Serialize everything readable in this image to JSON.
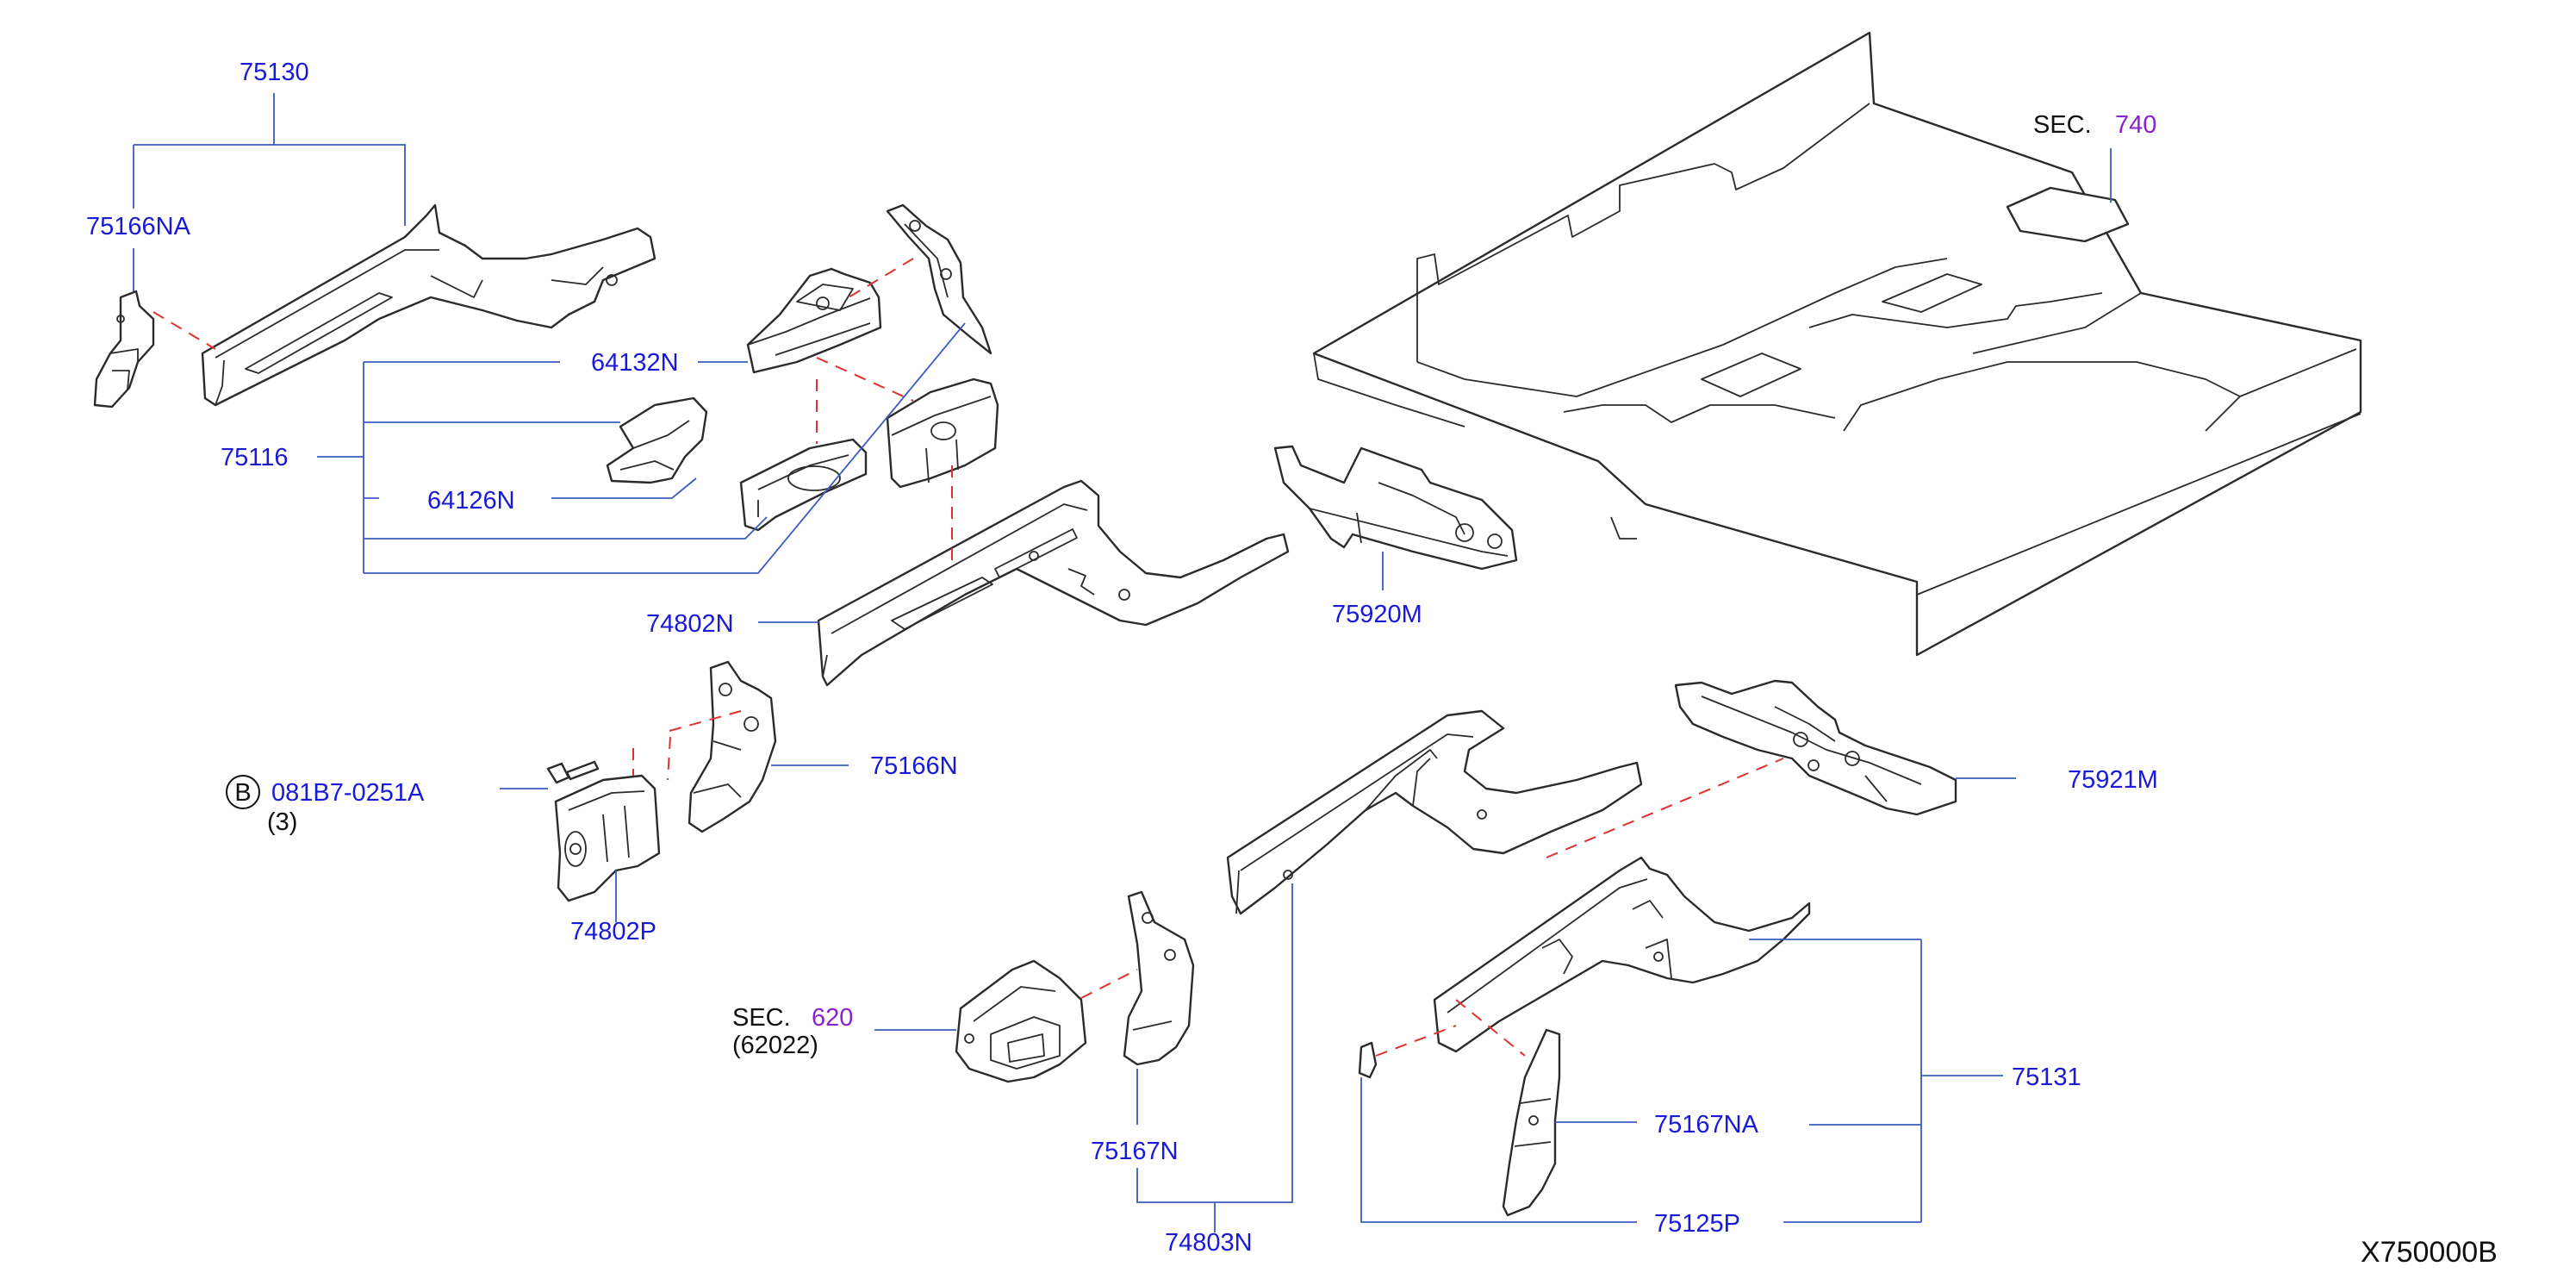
{
  "diagram_code": "X750000B",
  "colors": {
    "part_number": "#1a1ad6",
    "leader": "#3b5bbf",
    "dash": "#e0312f",
    "section_ref": "#8a22d0",
    "line": "#2b2b2b",
    "text": "#111111"
  },
  "labels": {
    "p75130": "75130",
    "p75166NA": "75166NA",
    "p64132N": "64132N",
    "p75116": "75116",
    "p64126N": "64126N",
    "p74802N": "74802N",
    "p75920M": "75920M",
    "p75166N": "75166N",
    "p081B7_0251A": "081B7-0251A",
    "p74802P": "74802P",
    "p75921M": "75921M",
    "p75131": "75131",
    "p75167NA": "75167NA",
    "p75167N": "75167N",
    "p75125P": "75125P",
    "p74803N": "74803N"
  },
  "bolt": {
    "badge": "B",
    "quantity": "(3)"
  },
  "sections": {
    "floor": {
      "prefix": "SEC.",
      "number": "740"
    },
    "tow": {
      "prefix": "SEC.",
      "number": "620",
      "sub": "(62022)"
    }
  }
}
